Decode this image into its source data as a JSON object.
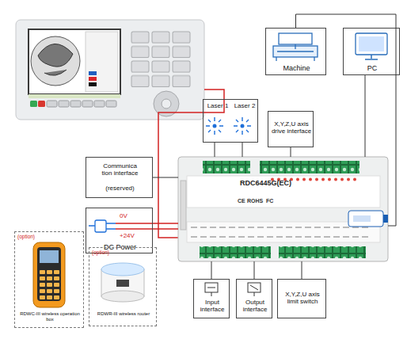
{
  "diagram": {
    "nodes": [
      {
        "text": [
          "Machine"
        ]
      },
      {
        "text": [
          "PC"
        ]
      },
      {
        "text": [
          "Laser 1",
          "Laser 2"
        ]
      },
      {
        "text": [
          "X,Y,Z,U axis drive interface"
        ]
      },
      {
        "text": [
          "Communica tion interface",
          "(reserved)"
        ]
      },
      {
        "text": [
          "0V",
          "+24V",
          "DC Power"
        ]
      },
      {
        "text": [
          "RDC6445G(EC)"
        ]
      },
      {
        "text": [
          "Input interface"
        ]
      },
      {
        "text": [
          "Output interface"
        ]
      },
      {
        "text": [
          "X,Y,Z,U axis limit switch"
        ]
      },
      {
        "text": [
          "(option)",
          "RDWC-III wireless operation box"
        ]
      },
      {
        "text": [
          "(option)",
          "RDWR-III wireless router"
        ]
      }
    ],
    "edges": [
      {
        "from": 0,
        "to": 6,
        "arrow": "none"
      },
      {
        "from": 1,
        "to": 6,
        "arrow": "none"
      },
      {
        "from": 2,
        "to": 6,
        "arrow": "none"
      },
      {
        "from": 3,
        "to": 6,
        "arrow": "none"
      },
      {
        "from": 4,
        "to": 6,
        "arrow": "none"
      },
      {
        "from": 5,
        "to": 6,
        "arrow": "none"
      },
      {
        "from": 7,
        "to": 6,
        "arrow": "none"
      },
      {
        "from": 8,
        "to": 6,
        "arrow": "none"
      },
      {
        "from": 9,
        "to": 6,
        "arrow": "none"
      }
    ],
    "labels": [
      "CE",
      "ROHS",
      "FC"
    ]
  }
}
